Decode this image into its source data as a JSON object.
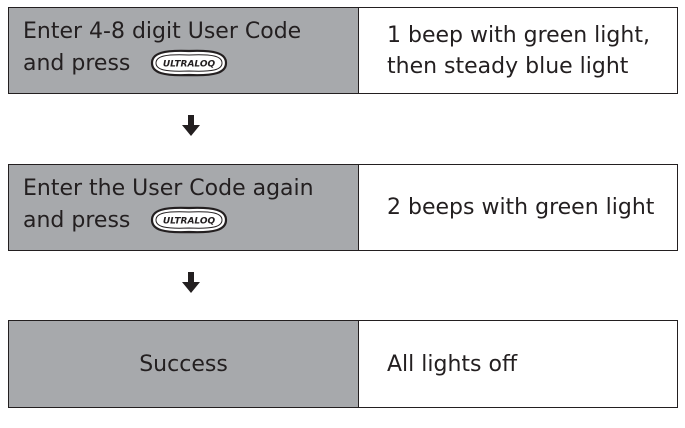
{
  "steps": [
    {
      "action_line1": "Enter 4-8 digit User Code",
      "action_line2": "and press",
      "key_icon": "ultraloq-button-icon",
      "key_text": "ULTRALOQ",
      "result_line1": "1 beep with green light,",
      "result_line2": "then steady blue light"
    },
    {
      "action_line1": "Enter the User Code again",
      "action_line2": "and press",
      "key_icon": "ultraloq-button-icon",
      "key_text": "ULTRALOQ",
      "result_line1": "2 beeps with green light"
    },
    {
      "action_line1": "Success",
      "result_line1": "All lights off"
    }
  ],
  "colors": {
    "action_bg": "#a7a9ac",
    "result_bg": "#ffffff",
    "border": "#231f20",
    "text": "#231f20"
  },
  "arrow_icon": "down-arrow-icon"
}
